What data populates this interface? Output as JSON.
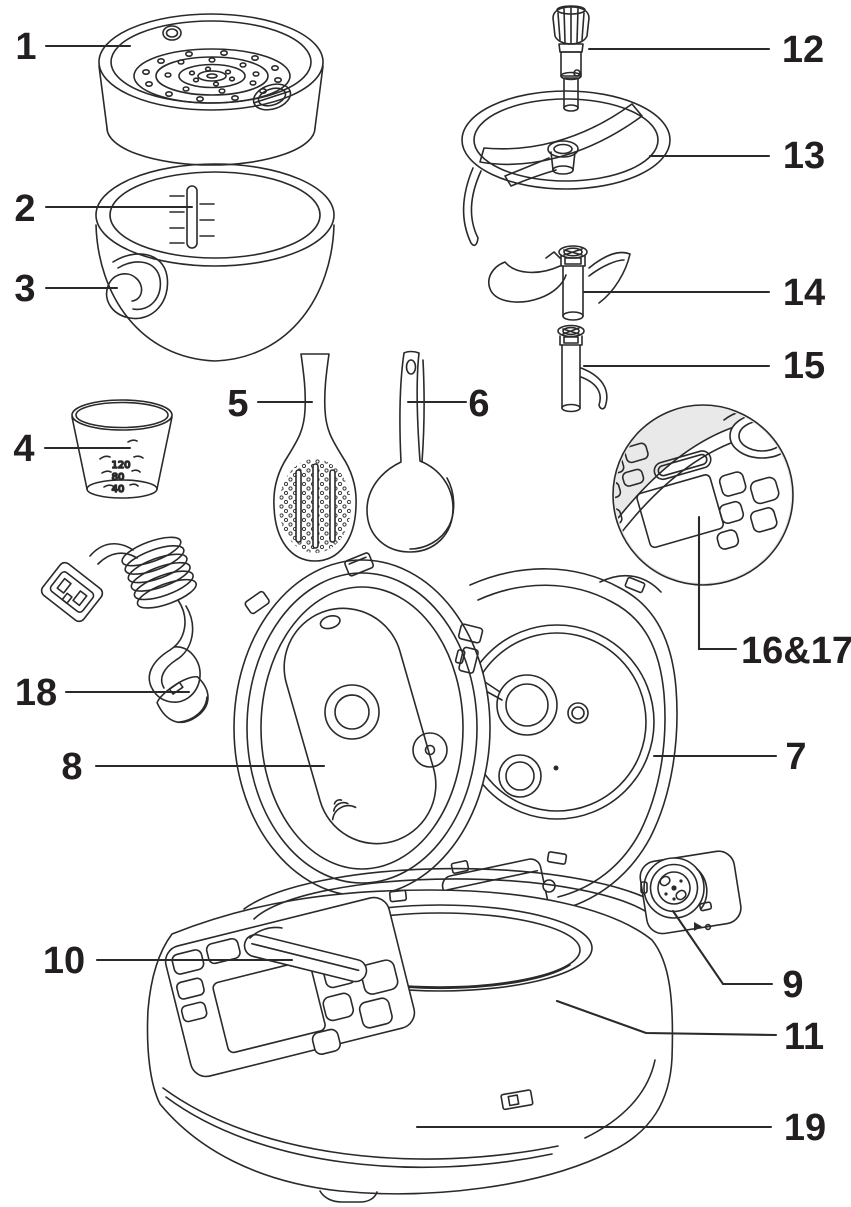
{
  "figure": {
    "kind": "exploded-parts-diagram"
  },
  "callouts": [
    {
      "part": "steam-basket",
      "text": "1"
    },
    {
      "part": "bowl-water-gauge",
      "text": "2"
    },
    {
      "part": "bowl-logo",
      "text": "3"
    },
    {
      "part": "measuring-cup",
      "text": "4"
    },
    {
      "part": "rice-paddle",
      "text": "5"
    },
    {
      "part": "serving-ladle",
      "text": "6"
    },
    {
      "part": "outer-lid",
      "text": "7"
    },
    {
      "part": "inner-lid-plate",
      "text": "8"
    },
    {
      "part": "steam-release-valve",
      "text": "9"
    },
    {
      "part": "pot-handle",
      "text": "10"
    },
    {
      "part": "body-rim",
      "text": "11"
    },
    {
      "part": "valve-knob",
      "text": "12"
    },
    {
      "part": "stirring-blade-frame",
      "text": "13"
    },
    {
      "part": "stirring-paddle",
      "text": "14"
    },
    {
      "part": "paddle-shaft",
      "text": "15"
    },
    {
      "part": "control-panel-display",
      "text": "16&17"
    },
    {
      "part": "power-cord",
      "text": "18"
    },
    {
      "part": "main-body",
      "text": "19"
    }
  ],
  "measuring_cup": {
    "marks": [
      "120",
      "80",
      "40"
    ]
  }
}
